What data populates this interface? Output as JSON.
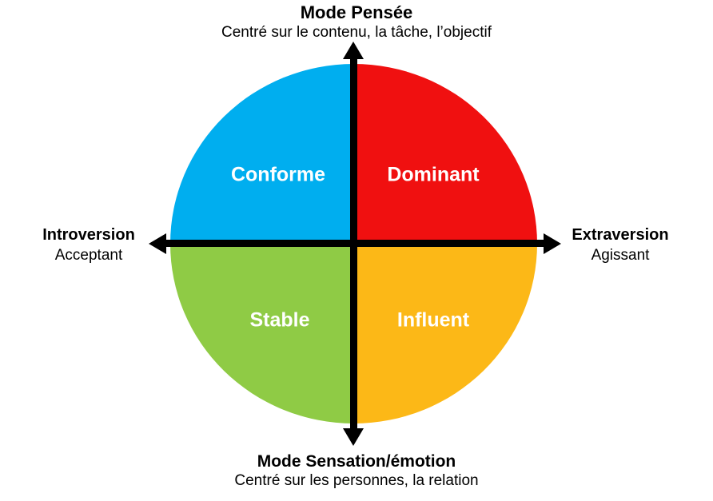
{
  "diagram": {
    "background_color": "#FFFFFF",
    "axis_color": "#000000",
    "quadrant_label_color": "#FFFFFF",
    "axes": {
      "top": {
        "title": "Mode Pensée",
        "subtitle": "Centré sur le contenu, la tâche, l’objectif"
      },
      "bottom": {
        "title": "Mode Sensation/émotion",
        "subtitle": "Centré sur les personnes, la relation"
      },
      "left": {
        "title": "Introversion",
        "subtitle": "Acceptant"
      },
      "right": {
        "title": "Extraversion",
        "subtitle": "Agissant"
      }
    },
    "quadrants": [
      {
        "position": "top-left",
        "label": "Conforme",
        "color": "#00AEEF"
      },
      {
        "position": "top-right",
        "label": "Dominant",
        "color": "#F01010"
      },
      {
        "position": "bottom-left",
        "label": "Stable",
        "color": "#8FCB45"
      },
      {
        "position": "bottom-right",
        "label": "Influent",
        "color": "#FCB817"
      }
    ]
  }
}
